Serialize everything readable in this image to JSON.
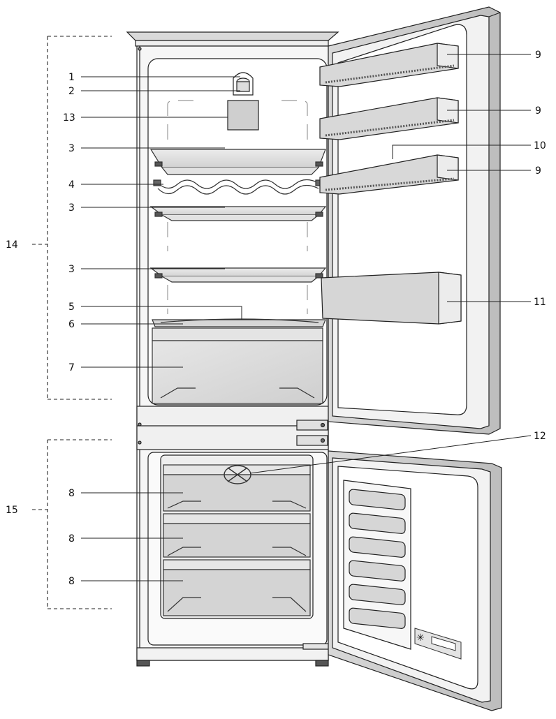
{
  "labels": {
    "l1": "1",
    "l2": "2",
    "l13": "13",
    "l3a": "3",
    "l4": "4",
    "l3b": "3",
    "l3c": "3",
    "l5": "5",
    "l6": "6",
    "l7": "7",
    "l14": "14",
    "l8a": "8",
    "l8b": "8",
    "l8c": "8",
    "l15": "15",
    "l9a": "9",
    "l9b": "9",
    "l10": "10",
    "l9c": "9",
    "l11": "11",
    "l12": "12"
  }
}
